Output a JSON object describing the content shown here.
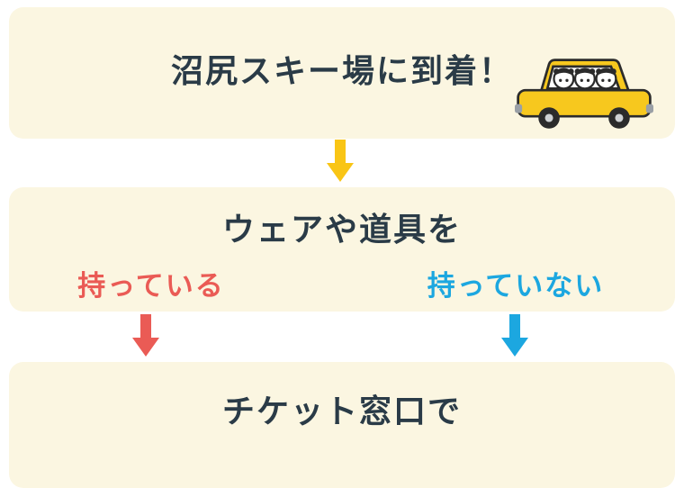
{
  "colors": {
    "box_bg": "#fbf6e1",
    "text_dark": "#2a3b47",
    "red": "#ea5b55",
    "blue": "#1ca7e0",
    "yellow": "#f9c515",
    "car_yellow": "#f7c81e",
    "car_outline": "#2b2b2b"
  },
  "steps": {
    "arrival": {
      "title": "沼尻スキー場に到着！"
    },
    "gear": {
      "title": "ウェアや道具を",
      "option_have": "持っている",
      "option_not_have": "持っていない"
    },
    "ticket": {
      "title": "チケット窓口で"
    }
  },
  "icons": {
    "car": "yellow-car-with-mascots",
    "arrow_yellow": "down-arrow",
    "arrow_red": "down-arrow",
    "arrow_blue": "down-arrow"
  }
}
